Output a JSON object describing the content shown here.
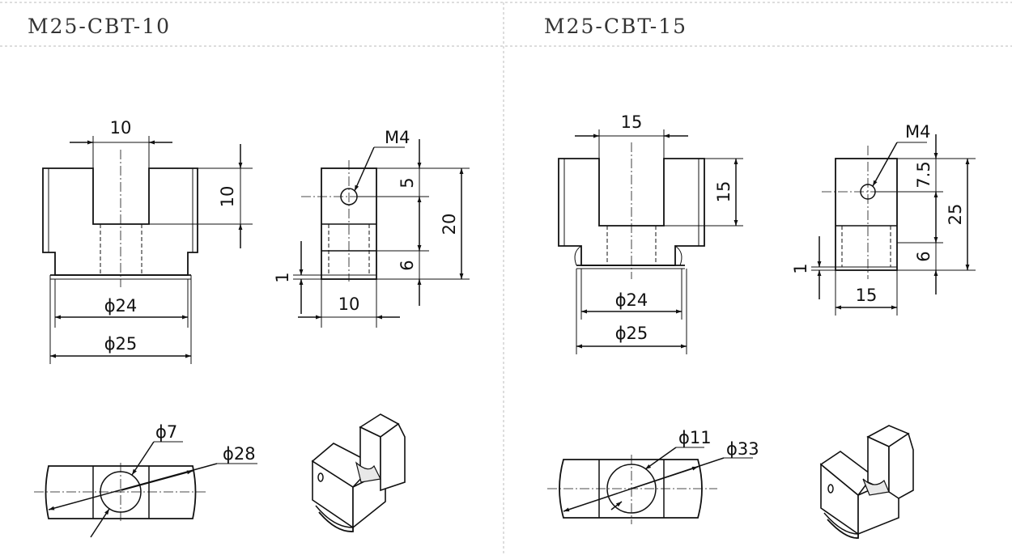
{
  "panels": [
    {
      "title": "M25-CBT-10",
      "front": {
        "slot_width": "10",
        "slot_depth": "10",
        "dia_inner": "ϕ24",
        "dia_outer": "ϕ25"
      },
      "side": {
        "thread": "M4",
        "hole_pos": "5",
        "height": "20",
        "lower": "6",
        "step": "1",
        "width": "10"
      },
      "top": {
        "hole_dia": "ϕ7",
        "outer_dia": "ϕ28"
      }
    },
    {
      "title": "M25-CBT-15",
      "front": {
        "slot_width": "15",
        "slot_depth": "15",
        "dia_inner": "ϕ24",
        "dia_outer": "ϕ25"
      },
      "side": {
        "thread": "M4",
        "hole_pos": "7.5",
        "height": "25",
        "lower": "6",
        "step": "1",
        "width": "15"
      },
      "top": {
        "hole_dia": "ϕ11",
        "outer_dia": "ϕ33"
      }
    }
  ]
}
